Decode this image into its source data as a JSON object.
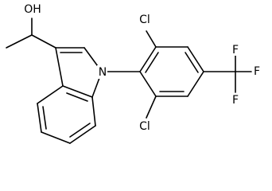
{
  "molecule": {
    "atoms": {
      "hydroxyl": "OH",
      "indole_nitrogen": "N",
      "chlorine_top": "Cl",
      "chlorine_bottom": "Cl",
      "fluorine_1": "F",
      "fluorine_2": "F",
      "fluorine_3": "F"
    }
  }
}
